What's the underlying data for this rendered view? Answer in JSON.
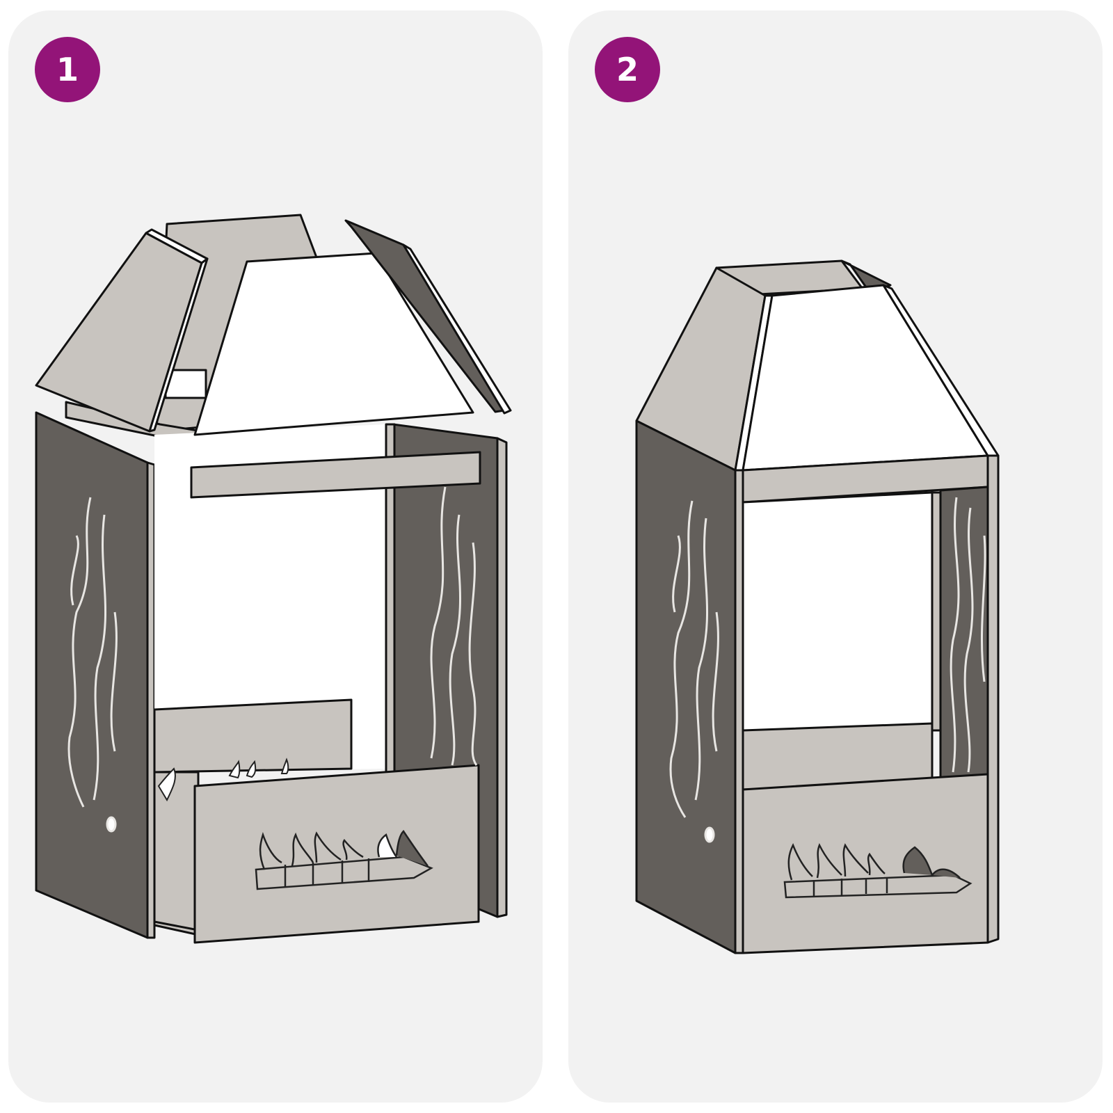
{
  "steps": [
    {
      "number": "1",
      "description": "Exploded view: hood panels, side panels with flame cutouts, front and rear panels separated"
    },
    {
      "number": "2",
      "description": "Assembled fireplace with hood on top"
    }
  ],
  "colors": {
    "badge": "#931478",
    "panel_bg": "#f2f2f2",
    "dark_metal": "#635f5b",
    "light_metal": "#c8c4bf",
    "outline": "#111111",
    "white_face": "#ffffff"
  }
}
